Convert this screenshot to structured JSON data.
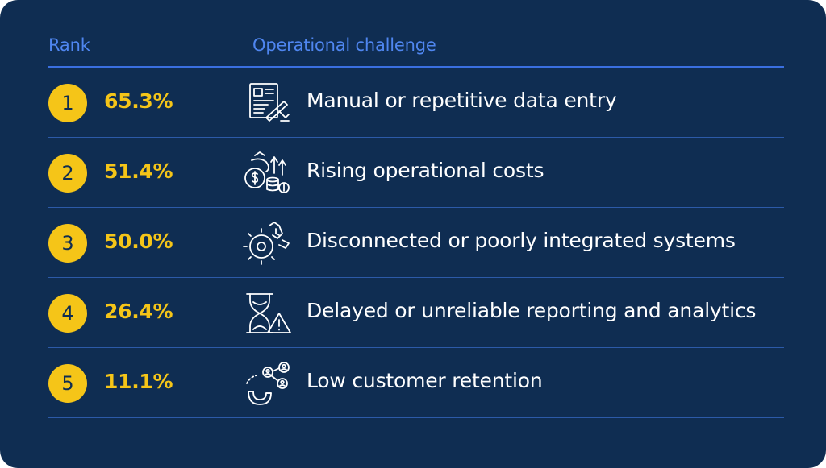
{
  "header": {
    "rank_label": "Rank",
    "challenge_label": "Operational challenge"
  },
  "colors": {
    "background": "#0f2d52",
    "header_text": "#4f86f0",
    "accent_yellow": "#f5c518",
    "rule": "#3a6fe0"
  },
  "rows": [
    {
      "rank": "1",
      "percent": "65.3%",
      "icon": "document-signing-icon",
      "challenge": "Manual or repetitive data entry"
    },
    {
      "rank": "2",
      "percent": "51.4%",
      "icon": "rising-costs-icon",
      "challenge": "Rising operational costs"
    },
    {
      "rank": "3",
      "percent": "50.0%",
      "icon": "gear-clock-icon",
      "challenge": "Disconnected or poorly integrated systems"
    },
    {
      "rank": "4",
      "percent": "26.4%",
      "icon": "hourglass-warning-icon",
      "challenge": "Delayed or unreliable reporting and analytics"
    },
    {
      "rank": "5",
      "percent": "11.1%",
      "icon": "magnet-customers-icon",
      "challenge": "Low customer retention"
    }
  ]
}
